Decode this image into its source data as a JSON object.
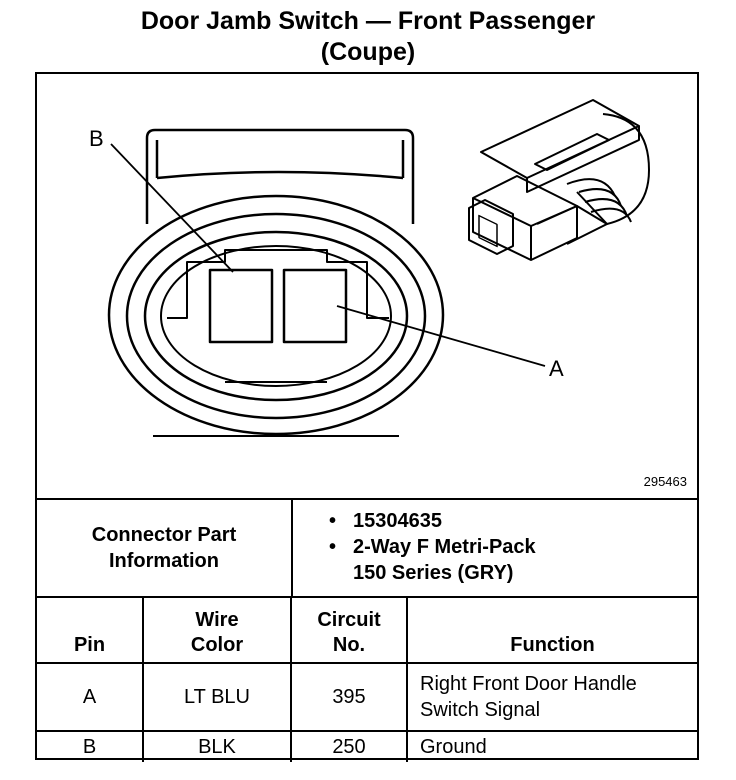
{
  "title": {
    "line1": "Door Jamb Switch — Front Passenger",
    "line2": "(Coupe)"
  },
  "diagram": {
    "callout_b": "B",
    "callout_a": "A",
    "figure_number": "295463"
  },
  "connector_info": {
    "label": "Connector Part Information",
    "items": [
      "15304635",
      "2-Way F Metri-Pack\n150 Series (GRY)"
    ]
  },
  "pin_table": {
    "headers": [
      "Pin",
      "Wire\nColor",
      "Circuit\nNo.",
      "Function"
    ],
    "rows": [
      {
        "pin": "A",
        "wire_color": "LT BLU",
        "circuit": "395",
        "function": "Right Front Door Handle\nSwitch Signal"
      },
      {
        "pin": "B",
        "wire_color": "BLK",
        "circuit": "250",
        "function": "Ground"
      }
    ]
  }
}
